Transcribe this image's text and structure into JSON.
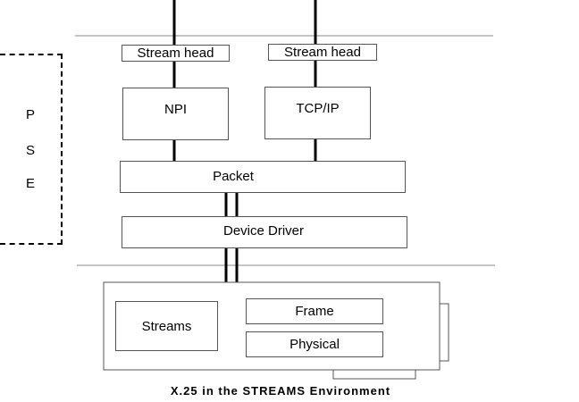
{
  "diagram": {
    "labels": {
      "stream_head_left": "Stream head",
      "stream_head_right": "Stream head",
      "npi": "NPI",
      "tcpip": "TCP/IP",
      "packet": "Packet",
      "device_driver": "Device Driver",
      "streams": "Streams",
      "frame": "Frame",
      "physical": "Physical"
    },
    "pse": [
      "P",
      "S",
      "E"
    ],
    "caption": "X.25 in the STREAMS Environment"
  }
}
